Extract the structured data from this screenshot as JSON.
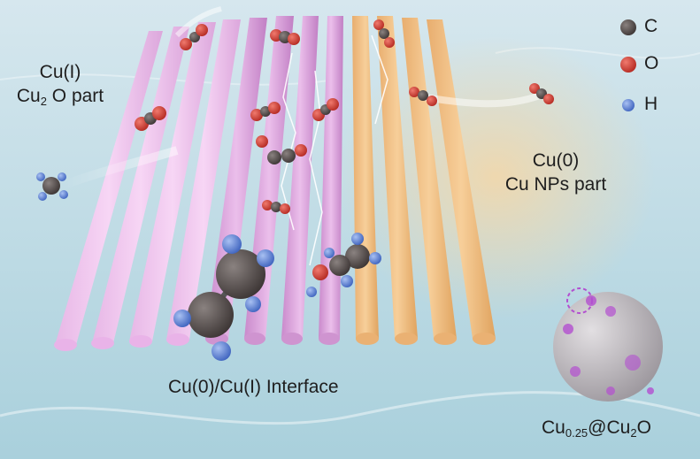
{
  "labels": {
    "cu1_oxidation": "Cu(I)",
    "cu1_formula_pre": "Cu",
    "cu1_formula_sub": "2",
    "cu1_formula_post": "O part",
    "cu0_oxidation": "Cu(0)",
    "cu0_part": "Cu NPs part",
    "interface": "Cu(0)/Cu(I) Interface",
    "catalyst_pre": "Cu",
    "catalyst_sub1": "0.25",
    "catalyst_mid": "@Cu",
    "catalyst_sub2": "2",
    "catalyst_post": "O"
  },
  "legend": [
    {
      "symbol": "C",
      "color": "#5a5250"
    },
    {
      "symbol": "O",
      "color": "#d8453a"
    },
    {
      "symbol": "H",
      "color": "#6f8fd8"
    }
  ],
  "colors": {
    "background": "#cfe3ea",
    "cu2o_rods": "#f0c4ee",
    "interface_rods": "#d79ad6",
    "cu_np_rods": "#f0bd84",
    "sphere": "#b8b4b8",
    "sphere_dots": "#b34fd0"
  }
}
